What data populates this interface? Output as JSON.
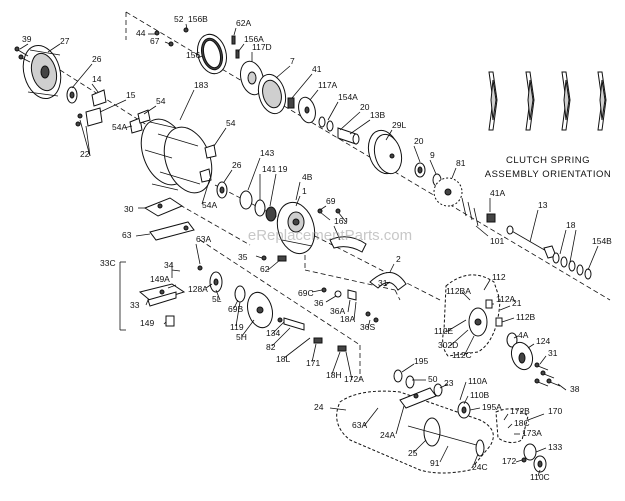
{
  "title_lines": [
    "CLUTCH SPRING",
    "ASSEMBLY ORIENTATION"
  ],
  "watermark": "eReplacementParts.com",
  "labels": [
    {
      "id": "39",
      "text": "39"
    },
    {
      "id": "27",
      "text": "27"
    },
    {
      "id": "26a",
      "text": "26"
    },
    {
      "id": "14",
      "text": "14"
    },
    {
      "id": "15",
      "text": "15"
    },
    {
      "id": "22",
      "text": "22"
    },
    {
      "id": "54a",
      "text": "54A"
    },
    {
      "id": "54b",
      "text": "54"
    },
    {
      "id": "183",
      "text": "183"
    },
    {
      "id": "54c",
      "text": "54"
    },
    {
      "id": "44",
      "text": "44"
    },
    {
      "id": "52",
      "text": "52"
    },
    {
      "id": "156b",
      "text": "156B"
    },
    {
      "id": "62a",
      "text": "62A"
    },
    {
      "id": "67",
      "text": "67"
    },
    {
      "id": "156a",
      "text": "156A"
    },
    {
      "id": "156",
      "text": "156"
    },
    {
      "id": "117d",
      "text": "117D"
    },
    {
      "id": "7",
      "text": "7"
    },
    {
      "id": "41",
      "text": "41"
    },
    {
      "id": "117a",
      "text": "117A"
    },
    {
      "id": "154a",
      "text": "154A"
    },
    {
      "id": "20a",
      "text": "20"
    },
    {
      "id": "13b",
      "text": "13B"
    },
    {
      "id": "29l",
      "text": "29L"
    },
    {
      "id": "20b",
      "text": "20"
    },
    {
      "id": "9",
      "text": "9"
    },
    {
      "id": "81",
      "text": "81"
    },
    {
      "id": "26b",
      "text": "26"
    },
    {
      "id": "143",
      "text": "143"
    },
    {
      "id": "141",
      "text": "141"
    },
    {
      "id": "19",
      "text": "19"
    },
    {
      "id": "4b",
      "text": "4B"
    },
    {
      "id": "1",
      "text": "1"
    },
    {
      "id": "54d",
      "text": "54A"
    },
    {
      "id": "30",
      "text": "30"
    },
    {
      "id": "69",
      "text": "69"
    },
    {
      "id": "16j",
      "text": "16J"
    },
    {
      "id": "63",
      "text": "63"
    },
    {
      "id": "63a",
      "text": "63A"
    },
    {
      "id": "41a",
      "text": "41A"
    },
    {
      "id": "13",
      "text": "13"
    },
    {
      "id": "101",
      "text": "101"
    },
    {
      "id": "18a",
      "text": "18"
    },
    {
      "id": "154b",
      "text": "154B"
    },
    {
      "id": "33c",
      "text": "33C"
    },
    {
      "id": "34",
      "text": "34"
    },
    {
      "id": "149a",
      "text": "149A"
    },
    {
      "id": "33",
      "text": "33"
    },
    {
      "id": "149",
      "text": "149"
    },
    {
      "id": "35",
      "text": "35"
    },
    {
      "id": "62",
      "text": "62"
    },
    {
      "id": "2",
      "text": "2"
    },
    {
      "id": "31a",
      "text": "31"
    },
    {
      "id": "128a",
      "text": "128A"
    },
    {
      "id": "5l",
      "text": "5L"
    },
    {
      "id": "69b",
      "text": "69B"
    },
    {
      "id": "119",
      "text": "119"
    },
    {
      "id": "69c",
      "text": "69C"
    },
    {
      "id": "36",
      "text": "36"
    },
    {
      "id": "36a",
      "text": "36A"
    },
    {
      "id": "18ax",
      "text": "18A"
    },
    {
      "id": "36s",
      "text": "36S"
    },
    {
      "id": "112",
      "text": "112"
    },
    {
      "id": "112ba",
      "text": "112BA"
    },
    {
      "id": "112a",
      "text": "112A"
    },
    {
      "id": "21",
      "text": "21"
    },
    {
      "id": "112b",
      "text": "112B"
    },
    {
      "id": "112e",
      "text": "112E"
    },
    {
      "id": "302d",
      "text": "302D"
    },
    {
      "id": "112c",
      "text": "112C"
    },
    {
      "id": "4a",
      "text": "4A"
    },
    {
      "id": "124",
      "text": "124"
    },
    {
      "id": "31b",
      "text": "31"
    },
    {
      "id": "38",
      "text": "38"
    },
    {
      "id": "5h",
      "text": "5H"
    },
    {
      "id": "134",
      "text": "134"
    },
    {
      "id": "82",
      "text": "82"
    },
    {
      "id": "18l",
      "text": "18L"
    },
    {
      "id": "171",
      "text": "171"
    },
    {
      "id": "18h",
      "text": "18H"
    },
    {
      "id": "172a",
      "text": "172A"
    },
    {
      "id": "195",
      "text": "195"
    },
    {
      "id": "50",
      "text": "50"
    },
    {
      "id": "23",
      "text": "23"
    },
    {
      "id": "110a",
      "text": "110A"
    },
    {
      "id": "110b",
      "text": "110B"
    },
    {
      "id": "195a",
      "text": "195A"
    },
    {
      "id": "24",
      "text": "24"
    },
    {
      "id": "63ab",
      "text": "63A"
    },
    {
      "id": "24a",
      "text": "24A"
    },
    {
      "id": "25",
      "text": "25"
    },
    {
      "id": "91",
      "text": "91"
    },
    {
      "id": "24c",
      "text": "24C"
    },
    {
      "id": "172b",
      "text": "172B"
    },
    {
      "id": "18c",
      "text": "18C"
    },
    {
      "id": "173a",
      "text": "173A"
    },
    {
      "id": "170",
      "text": "170"
    },
    {
      "id": "133",
      "text": "133"
    },
    {
      "id": "172",
      "text": "172"
    },
    {
      "id": "110c",
      "text": "110C"
    }
  ]
}
